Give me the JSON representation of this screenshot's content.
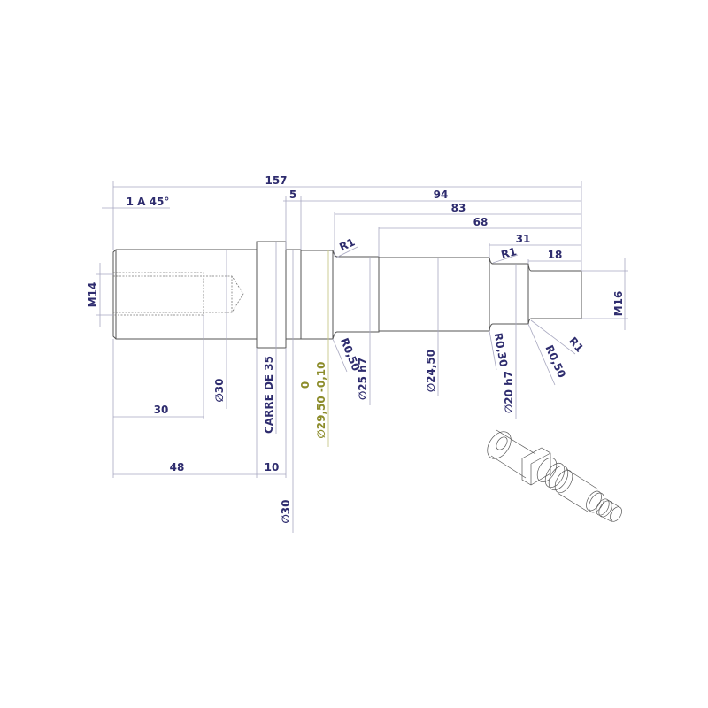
{
  "drawing": {
    "colors": {
      "text": "#2e2c6e",
      "tolerance_text": "#8c8c2a",
      "outline": "#555555",
      "dimension_line": "#a8a8c0"
    },
    "top_dims": {
      "total": "157",
      "collar": "5",
      "d94": "94",
      "d83": "83",
      "d68": "68",
      "d31": "31",
      "d18": "18"
    },
    "chamfer": "1 A 45°",
    "threads": {
      "left": "M14",
      "right": "M16"
    },
    "bottom_dims": {
      "bore": "30",
      "body": "48",
      "square": "10"
    },
    "diameters": {
      "body": "∅30",
      "square": "CARRE DE 35",
      "collar": "∅30",
      "seat_tol_upper": "0",
      "seat": "∅29,50 -0,10",
      "journal1": "∅25 h7",
      "mid": "∅24,50",
      "journal2": "∅20 h7"
    },
    "radii": {
      "r1_left": "R1",
      "r050_left": "R0,50",
      "r1_mid": "R1",
      "r030": "R0,30",
      "r050_right": "R0,50",
      "r1_right": "R1"
    },
    "iso_view": "isometric-shaft-view"
  }
}
